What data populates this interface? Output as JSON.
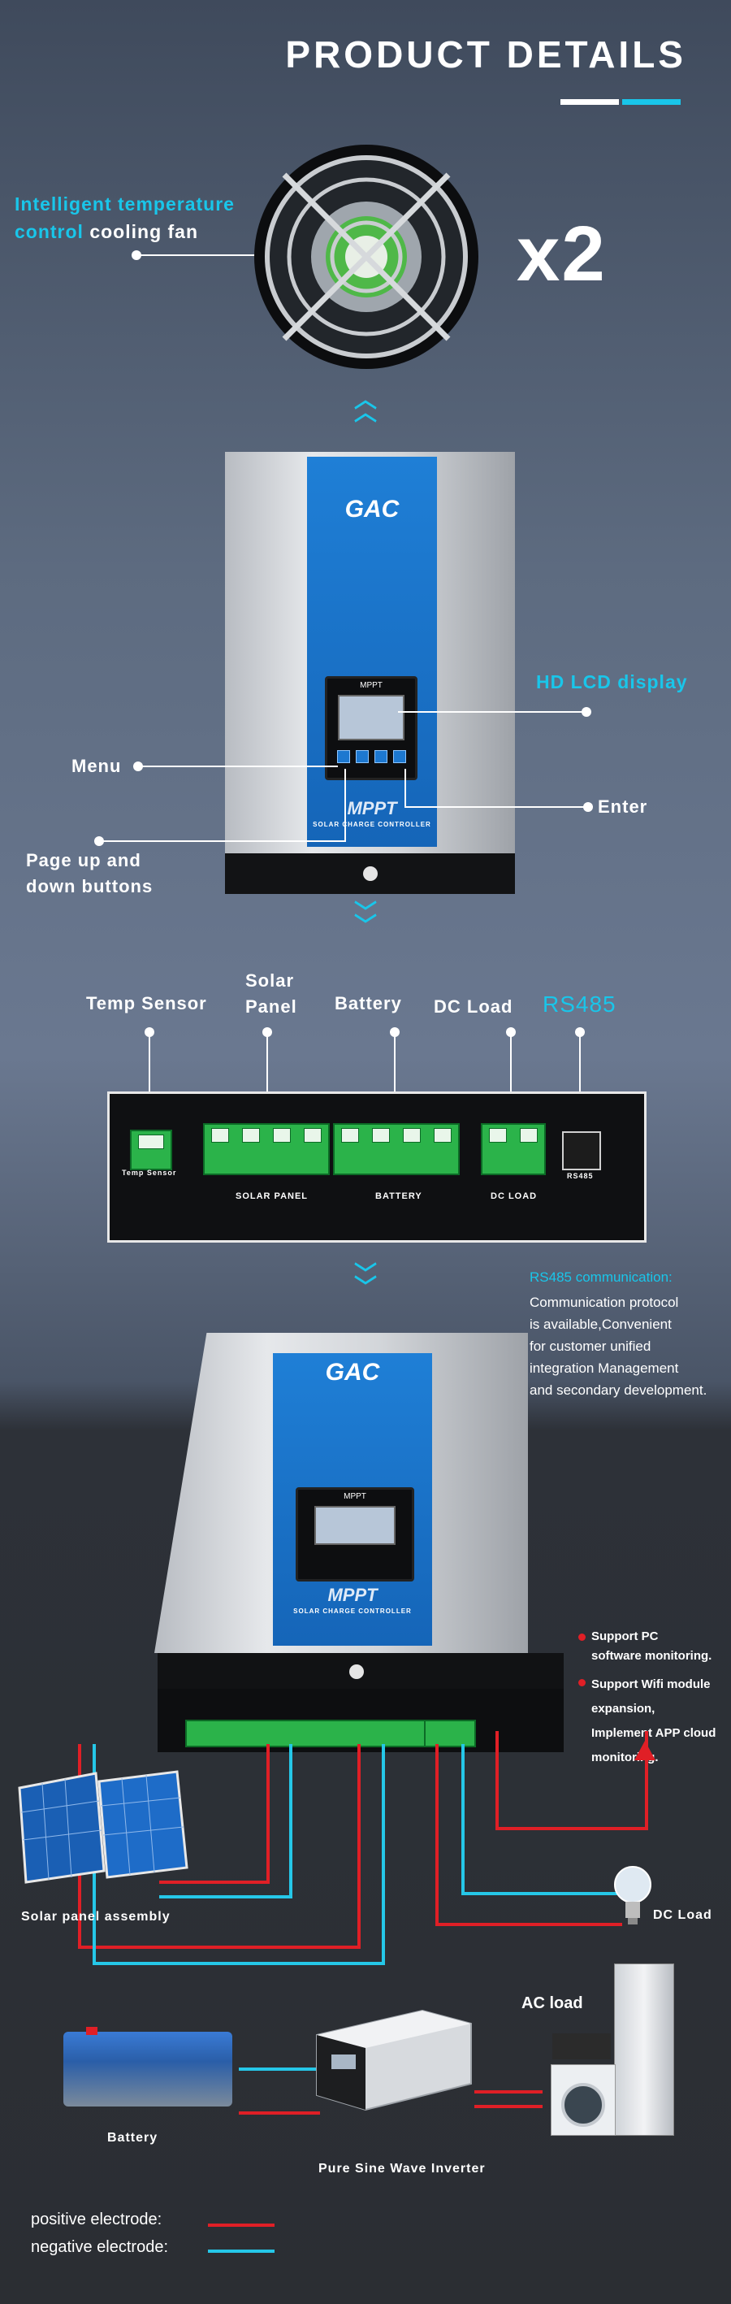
{
  "header": {
    "title": "PRODUCT DETAILS"
  },
  "fan": {
    "label_line1": "Intelligent temperature",
    "label_line2_cyan": "control",
    "label_line2_white": " cooling fan",
    "count": "x2"
  },
  "controller": {
    "brand": "GAC",
    "lcd_title": "MPPT",
    "mppt": "MPPT",
    "subtitle": "SOLAR CHARGE CONTROLLER",
    "labels": {
      "hd_lcd": "HD LCD display",
      "menu": "Menu",
      "enter": "Enter",
      "page_line1": "Page up and",
      "page_line2": "down buttons"
    }
  },
  "terminals": {
    "temp_sensor": "Temp Sensor",
    "solar_panel_line1": "Solar",
    "solar_panel_line2": "Panel",
    "battery": "Battery",
    "dc_load": "DC Load",
    "rs485": "RS485",
    "board_solar": "SOLAR PANEL",
    "board_battery": "BATTERY",
    "board_dc_load": "DC LOAD",
    "board_temp": "Temp Sensor",
    "board_rs485": "RS485"
  },
  "rs485_info": {
    "title": "RS485 communication:",
    "lines": [
      "Communication protocol",
      "is available,Convenient",
      "for customer unified",
      "integration Management",
      "and secondary development."
    ]
  },
  "features": [
    {
      "line1": "Support PC",
      "line2": "software monitoring."
    },
    {
      "line1": "Support Wifi module",
      "line2": "expansion,",
      "line3": "Implement APP cloud",
      "line4": "monitoring."
    }
  ],
  "diagram": {
    "solar_panel_assembly": "Solar panel assembly",
    "dc_load": "DC Load",
    "ac_load": "AC load",
    "battery": "Battery",
    "inverter": "Pure Sine Wave Inverter"
  },
  "legend": {
    "positive": "positive electrode:",
    "negative": "negative electrode:"
  },
  "colors": {
    "accent": "#19c6ea",
    "positive": "#e01f26",
    "negative": "#25c7e8"
  }
}
